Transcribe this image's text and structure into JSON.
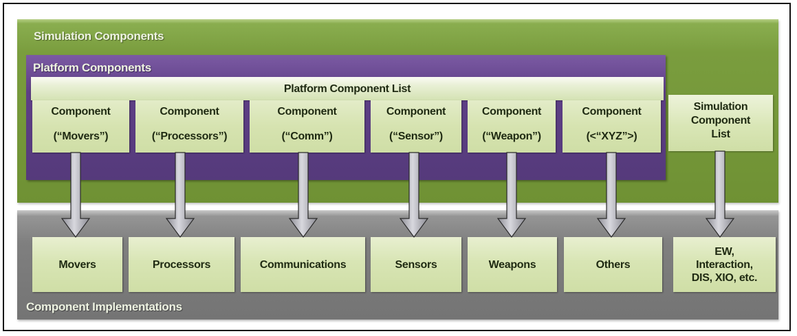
{
  "diagram": {
    "simulation_panel": {
      "title": "Simulation Components"
    },
    "platform_panel": {
      "title": "Platform Components"
    },
    "platform_list": {
      "label": "Platform Component List"
    },
    "components": [
      {
        "line1": "Component",
        "line2": "(“Movers”)"
      },
      {
        "line1": "Component",
        "line2": "(“Processors”)"
      },
      {
        "line1": "Component",
        "line2": "(“Comm”)"
      },
      {
        "line1": "Component",
        "line2": "(“Sensor”)"
      },
      {
        "line1": "Component",
        "line2": "(“Weapon”)"
      },
      {
        "line1": "Component",
        "line2": "(<“XYZ”>)"
      }
    ],
    "simulation_component_list": {
      "line1": "Simulation",
      "line2": "Component",
      "line3": "List"
    },
    "implementations_panel": {
      "title": "Component Implementations"
    },
    "implementations": [
      {
        "label": "Movers"
      },
      {
        "label": "Processors"
      },
      {
        "label": "Communications"
      },
      {
        "label": "Sensors"
      },
      {
        "label": "Weapons"
      },
      {
        "label": "Others"
      },
      {
        "line1": "EW,",
        "line2": "Interaction,",
        "line3": "DIS,  XIO, etc."
      }
    ],
    "arrows": [
      {
        "from": "Component (“Movers”)",
        "to": "Movers",
        "icon": "down-arrow-icon"
      },
      {
        "from": "Component (“Processors”)",
        "to": "Processors",
        "icon": "down-arrow-icon"
      },
      {
        "from": "Component (“Comm”)",
        "to": "Communications",
        "icon": "down-arrow-icon"
      },
      {
        "from": "Component (“Sensor”)",
        "to": "Sensors",
        "icon": "down-arrow-icon"
      },
      {
        "from": "Component (“Weapon”)",
        "to": "Weapons",
        "icon": "down-arrow-icon"
      },
      {
        "from": "Component (<“XYZ”>)",
        "to": "Others",
        "icon": "down-arrow-icon"
      },
      {
        "from": "Simulation Component List",
        "to": "EW, Interaction, DIS, XIO, etc.",
        "icon": "down-arrow-icon"
      }
    ],
    "colors": {
      "simulation_green": "#7a9d3e",
      "platform_purple": "#5e3f86",
      "implementation_gray": "#7f7f7f",
      "box_light_green": "#d6e3b0",
      "arrow_gray": "#b4b4bc"
    }
  }
}
